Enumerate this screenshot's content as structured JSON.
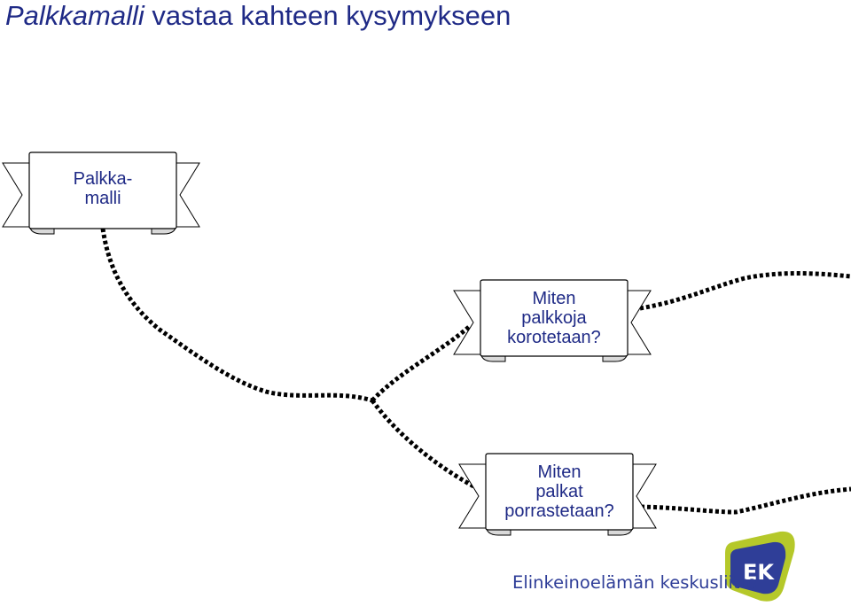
{
  "title": {
    "emphasis": "Palkkamalli",
    "rest": " vastaa kahteen kysymykseen"
  },
  "banners": {
    "root": {
      "line1": "Palkka-",
      "line2": "malli"
    },
    "raise": {
      "line1": "Miten",
      "line2": "palkkoja",
      "line3": "korotetaan?"
    },
    "grade": {
      "line1": "Miten",
      "line2": "palkat",
      "line3": "porrastetaan?"
    }
  },
  "footer": {
    "org_name": "Elinkeinoelämän keskusliitto",
    "logo_text": "EK"
  },
  "colors": {
    "text": "#1f2a86",
    "line": "#000000",
    "logo_green": "#b5c82a",
    "logo_blue": "#2f3e98"
  }
}
